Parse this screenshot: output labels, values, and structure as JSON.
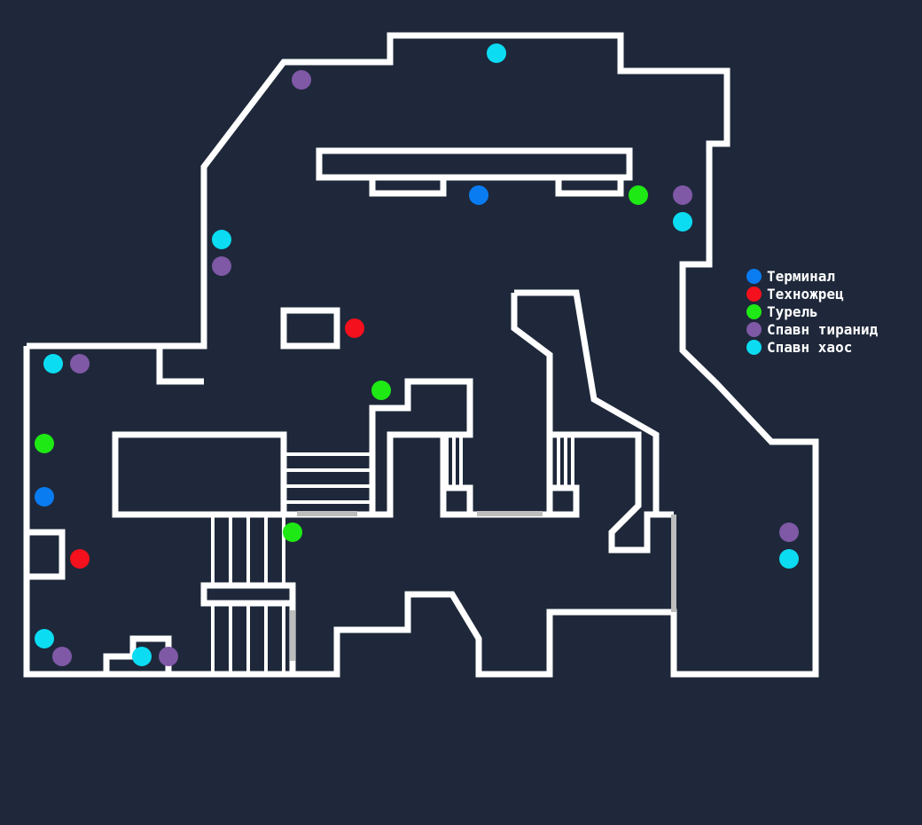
{
  "legend": {
    "items": [
      {
        "key": "terminal",
        "label": "Терминал",
        "color": "#0a7cf2"
      },
      {
        "key": "technopriest",
        "label": "Техножрец",
        "color": "#f4101c"
      },
      {
        "key": "turret",
        "label": "Турель",
        "color": "#1ee914"
      },
      {
        "key": "tyranid_spawn",
        "label": "Спавн тиранид",
        "color": "#7f58a6"
      },
      {
        "key": "chaos_spawn",
        "label": "Спавн хаос",
        "color": "#0bdcf2"
      }
    ]
  },
  "map": {
    "background_color": "#1e283a",
    "wall_color": "#ffffff",
    "door_color": "#bdbdbd",
    "markers": [
      {
        "type": "chaos_spawn",
        "name": "chaos-spawn-top"
      },
      {
        "type": "tyranid_spawn",
        "name": "tyranid-spawn-top-left"
      },
      {
        "type": "terminal",
        "name": "terminal-north"
      },
      {
        "type": "turret",
        "name": "turret-north-east"
      },
      {
        "type": "tyranid_spawn",
        "name": "tyranid-spawn-north-east"
      },
      {
        "type": "chaos_spawn",
        "name": "chaos-spawn-north-east"
      },
      {
        "type": "chaos_spawn",
        "name": "chaos-spawn-west-corridor"
      },
      {
        "type": "tyranid_spawn",
        "name": "tyranid-spawn-west-corridor"
      },
      {
        "type": "technopriest",
        "name": "technopriest-center"
      },
      {
        "type": "chaos_spawn",
        "name": "chaos-spawn-west-room"
      },
      {
        "type": "tyranid_spawn",
        "name": "tyranid-spawn-west-room"
      },
      {
        "type": "turret",
        "name": "turret-center"
      },
      {
        "type": "turret",
        "name": "turret-west"
      },
      {
        "type": "terminal",
        "name": "terminal-west"
      },
      {
        "type": "technopriest",
        "name": "technopriest-west"
      },
      {
        "type": "turret",
        "name": "turret-south-center"
      },
      {
        "type": "tyranid_spawn",
        "name": "tyranid-spawn-east"
      },
      {
        "type": "chaos_spawn",
        "name": "chaos-spawn-east"
      },
      {
        "type": "chaos_spawn",
        "name": "chaos-spawn-south-west"
      },
      {
        "type": "tyranid_spawn",
        "name": "tyranid-spawn-south-west"
      },
      {
        "type": "chaos_spawn",
        "name": "chaos-spawn-south-left"
      },
      {
        "type": "tyranid_spawn",
        "name": "tyranid-spawn-south-right"
      }
    ]
  }
}
